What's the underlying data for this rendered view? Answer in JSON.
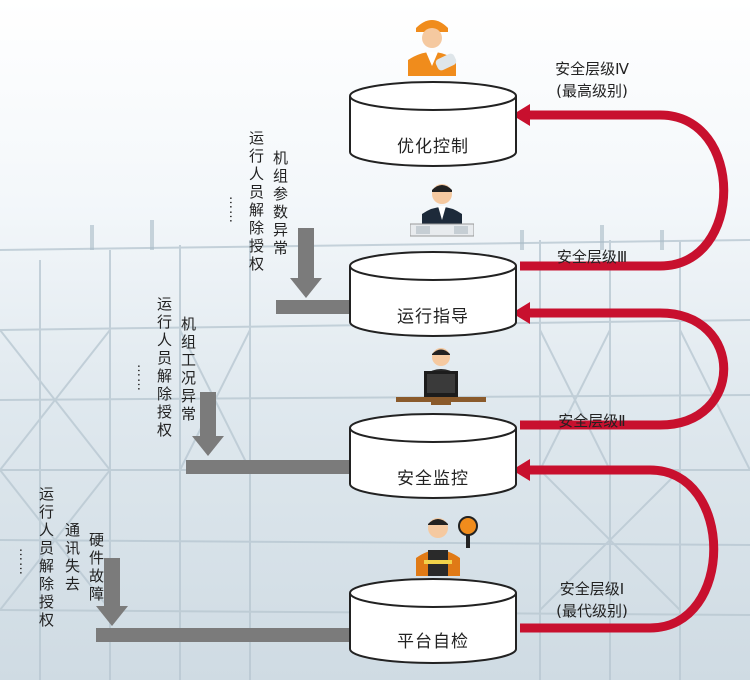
{
  "tiers": [
    {
      "label": "优化控制",
      "level": "安全层级Ⅳ",
      "level_note": "(最高级别)"
    },
    {
      "label": "运行指导",
      "level": "安全层级Ⅲ",
      "level_note": ""
    },
    {
      "label": "安全监控",
      "level": "安全层级Ⅱ",
      "level_note": ""
    },
    {
      "label": "平台自检",
      "level": "安全层级Ⅰ",
      "level_note": "(最代级别)"
    }
  ],
  "side_notes": [
    {
      "left": "运行人员解除授权",
      "right": "机组参数异常",
      "dots": "……"
    },
    {
      "left": "运行人员解除授权",
      "right": "机组工况异常",
      "dots": "……"
    },
    {
      "left": "运行人员解除授权",
      "mid": "通讯失去",
      "right": "硬件故障",
      "dots": "……"
    }
  ],
  "colors": {
    "arrow": "#c8102e",
    "tier_arrow": "#7b7b7b",
    "cyl_stroke": "#222222"
  },
  "icons": [
    "engineer-icon",
    "operator-icon",
    "monitor-operator-icon",
    "worker-icon"
  ]
}
